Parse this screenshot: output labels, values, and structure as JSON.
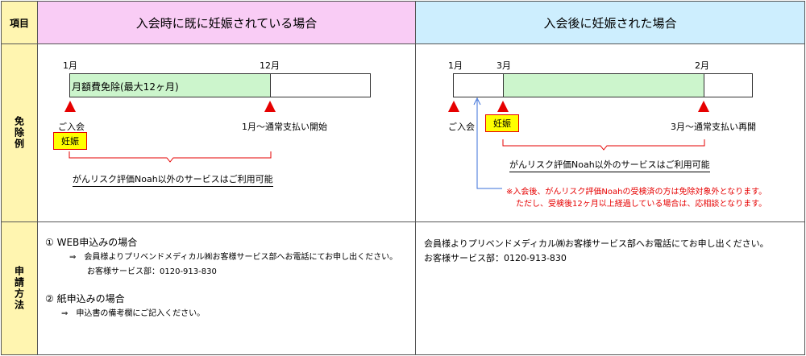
{
  "header": {
    "item_label": "項目",
    "col1_title": "入会時に既に妊娠されている場合",
    "col2_title": "入会後に妊娠された場合"
  },
  "rows": {
    "exemption_label": "免除例",
    "apply_label": "申請方法"
  },
  "left_timeline": {
    "start_month": "1月",
    "end_month": "12月",
    "bar_label": "月額費免除(最大12ヶ月)",
    "join_label": "ご入会",
    "pregnancy_badge": "妊娠",
    "end_label": "1月～通常支払い開始",
    "note": "がんリスク評価Noah以外のサービスはご利用可能"
  },
  "right_timeline": {
    "start_month": "1月",
    "mid_month": "3月",
    "end_month": "2月",
    "join_label": "ご入会",
    "pregnancy_badge": "妊娠",
    "end_label": "3月～通常支払い再開",
    "note": "がんリスク評価Noah以外のサービスはご利用可能",
    "caution_line1": "※入会後、がんリスク評価Noahの受検済の方は免除対象外となります。",
    "caution_line2": "ただし、受検後12ヶ月以上経過している場合は、応相談となります。"
  },
  "left_apply": {
    "web_title": "① WEB申込みの場合",
    "web_detail": "⇒　会員様よりプリベンドメディカル㈱お客様サービス部へお電話にてお申し出ください。",
    "web_phone": "お客様サービス部：0120-913-830",
    "paper_title": "② 紙申込みの場合",
    "paper_detail": "⇒　申込書の備考欄にご記入ください。"
  },
  "right_apply": {
    "line1": "会員様よりプリベンドメディカル㈱お客様サービス部へお電話にてお申し出ください。",
    "line2": "お客様サービス部：0120-913-830"
  },
  "colors": {
    "pink": "#f9ccf5",
    "blue": "#cdeefe",
    "yellow": "#fff5b0",
    "green": "#ccf5cc",
    "red": "#e60000"
  }
}
